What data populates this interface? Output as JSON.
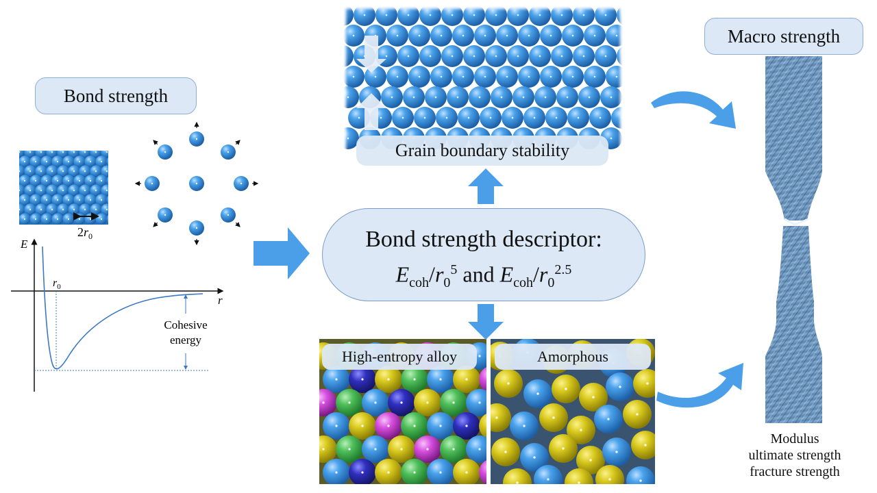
{
  "labels": {
    "bond_strength": "Bond strength",
    "macro_strength": "Macro strength",
    "grain_boundary": "Grain boundary stability",
    "hea": "High-entropy alloy",
    "amorphous": "Amorphous"
  },
  "descriptor": {
    "title": "Bond strength descriptor:",
    "f1_E": "E",
    "f1_sub": "coh",
    "f1_slash": "/",
    "f1_r": "r",
    "f1_r_sub": "0",
    "f1_exp": "5",
    "and": " and ",
    "f2_E": "E",
    "f2_sub": "coh",
    "f2_slash": "/",
    "f2_r": "r",
    "f2_r_sub": "0",
    "f2_exp": "2.5"
  },
  "lattice": {
    "spacing_label_num": "2",
    "spacing_label_var": "r",
    "spacing_label_sub": "0"
  },
  "potential_plot": {
    "y_axis": "E",
    "x_axis": "r",
    "r0_var": "r",
    "r0_sub": "0",
    "annotation_line1": "Cohesive",
    "annotation_line2": "energy"
  },
  "properties": {
    "line1": "Modulus",
    "line2": "ultimate strength",
    "line3": "fracture strength"
  },
  "colors": {
    "atom_blue": "#3d93df",
    "atom_yellow": "#d6c619",
    "atom_green": "#4fbf5a",
    "atom_purple": "#2f2fbf",
    "atom_magenta": "#d84fe0",
    "arrow_blue": "#4a9fe8",
    "pill_fill": "#dce8f5"
  }
}
